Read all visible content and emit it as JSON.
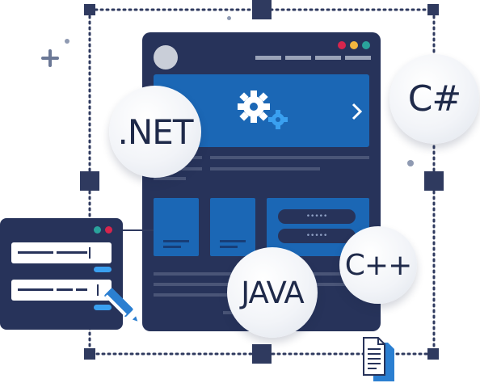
{
  "badges": {
    "dotnet": ".NET",
    "csharp": "C#",
    "cpp": "C++",
    "java": "JAVA"
  },
  "colors": {
    "navy": "#27335a",
    "blue": "#1b67b5",
    "light_blue": "#2b7fd1",
    "handle": "#2f3a5f",
    "dot_red": "#d6254d",
    "dot_yellow": "#f3b73e",
    "dot_teal": "#2aa39c"
  },
  "form_panel": {
    "password_mask_1": "•••••",
    "password_mask_2": "•••••"
  },
  "icons": [
    "gear-icon",
    "pencil-icon",
    "document-icon",
    "plus-icon",
    "cursor-icon"
  ]
}
